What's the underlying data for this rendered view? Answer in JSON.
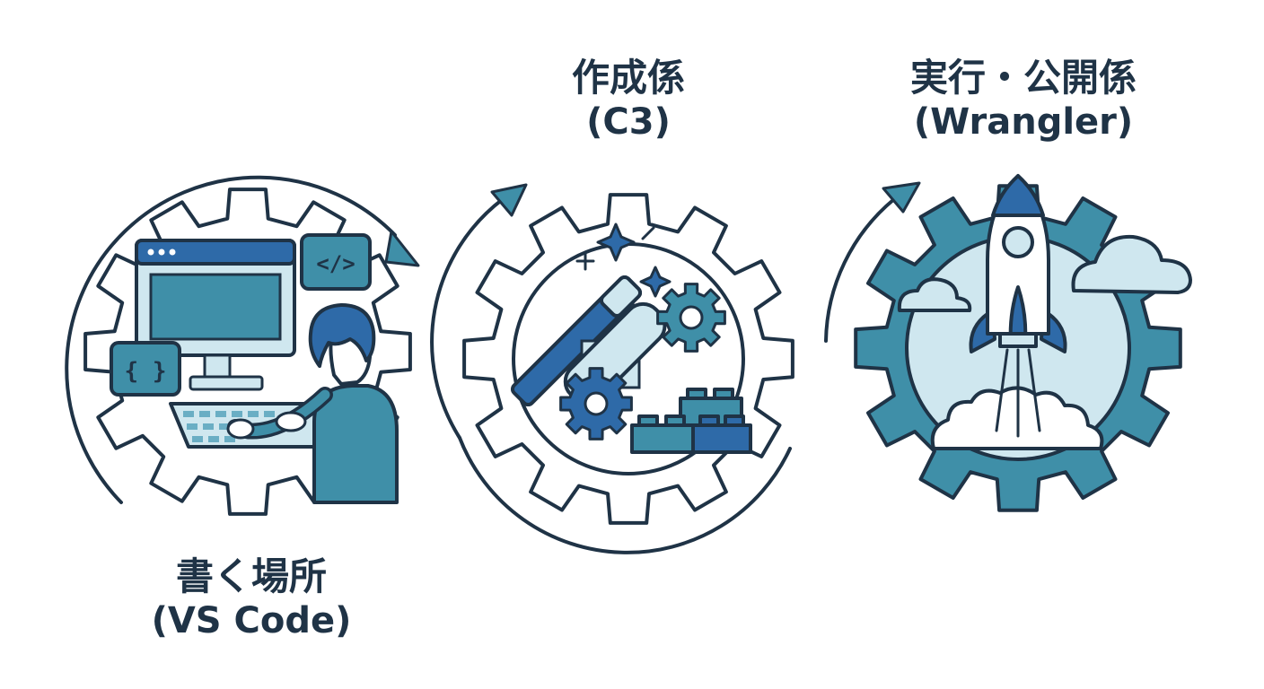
{
  "steps": [
    {
      "title": "書く場所",
      "tool": "(VS Code)"
    },
    {
      "title": "作成係",
      "tool": "(C3)"
    },
    {
      "title": "実行・公開係",
      "tool": "(Wrangler)"
    }
  ],
  "editor": {
    "code_tag": "</>",
    "braces": "{ }"
  },
  "colors": {
    "navy": "#1f3346",
    "teal": "#3f8fa8",
    "blue": "#2e6aa8",
    "light": "#cfe7ef",
    "mid": "#6aaec4"
  }
}
